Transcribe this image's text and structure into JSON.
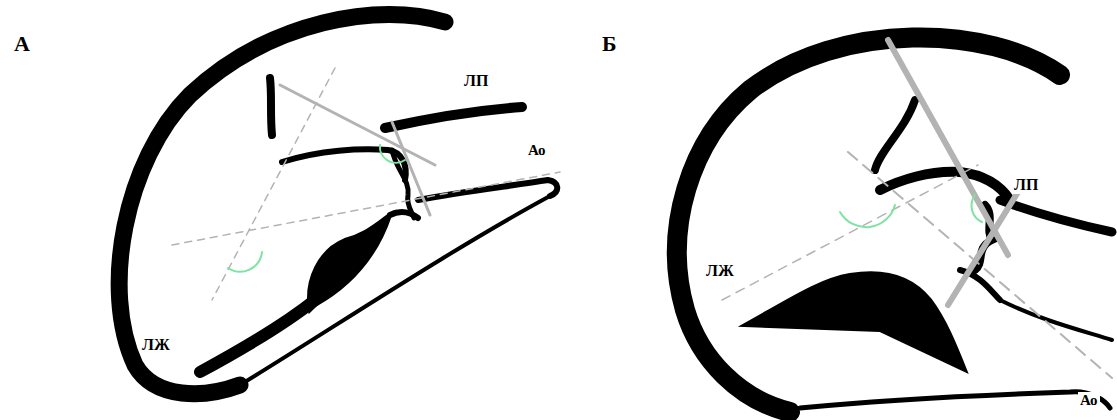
{
  "diagram": {
    "labels": [
      "А",
      "ЛП",
      "Ао",
      "ЛЖ",
      "Б",
      "ЛП",
      "ЛЖ",
      "Ао"
    ]
  }
}
